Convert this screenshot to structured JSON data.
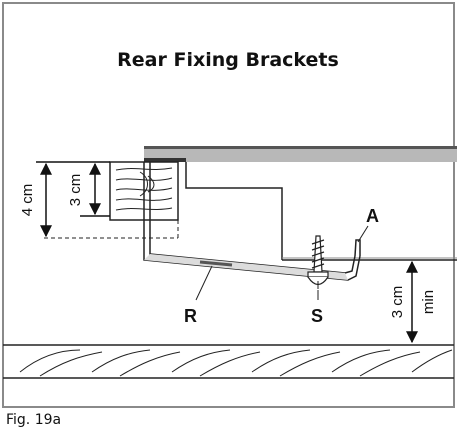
{
  "title": "Rear Fixing Brackets",
  "caption": "Fig. 19a",
  "labels": {
    "a": "A",
    "r": "R",
    "s": "S",
    "dim_4cm": "4 cm",
    "dim_3cm_top": "3 cm",
    "dim_3cm_bottom": "3 cm",
    "min": "min"
  },
  "colors": {
    "frame": "#8a8a8a",
    "worktop": "#b8b8b8",
    "line": "#222222",
    "bracket": "#555555",
    "bracket_fill": "#dcdcdc"
  }
}
